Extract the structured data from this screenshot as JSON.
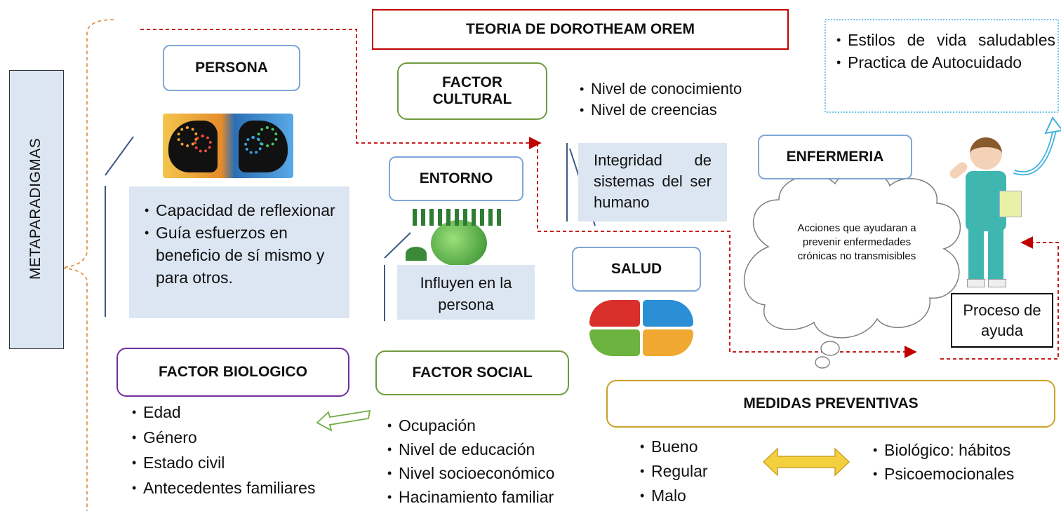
{
  "title": "TEORIA DE DOROTHEAM OREM",
  "metaparadigmas": "METAPARADIGMAS",
  "persona": {
    "label": "PERSONA",
    "image_icon": "heads-with-gears-icon",
    "items": [
      "Capacidad de reflexionar",
      "Guía esfuerzos en beneficio de sí mismo y para otros."
    ]
  },
  "factor_cultural": {
    "label": "FACTOR CULTURAL",
    "items": [
      "Nivel de conocimiento",
      "Nivel de creencias"
    ]
  },
  "integridad": "Integridad de sistemas del ser humano",
  "entorno": {
    "label": "ENTORNO",
    "image_icon": "green-globe-people-icon",
    "note": "Influyen en la persona"
  },
  "salud": {
    "label": "SALUD",
    "image_icon": "health-quadrants-icon"
  },
  "enfermeria": {
    "label": "ENFERMERIA",
    "image_icon": "nurse-icon",
    "cloud_text": "Acciones que ayudaran a prevenir enfermedades crónicas no transmisibles",
    "proceso": "Proceso de ayuda"
  },
  "estilos": {
    "items": [
      "Estilos de vida saludables",
      "Practica de Autocuidado"
    ]
  },
  "factor_biologico": {
    "label": "FACTOR BIOLOGICO",
    "items": [
      "Edad",
      "Género",
      "Estado civil",
      "Antecedentes familiares"
    ]
  },
  "factor_social": {
    "label": "FACTOR SOCIAL",
    "items": [
      "Ocupación",
      "Nivel de educación",
      "Nivel socioeconómico",
      "Hacinamiento familiar"
    ]
  },
  "medidas": {
    "label": "MEDIDAS PREVENTIVAS",
    "levels": [
      "Bueno",
      "Regular",
      "Malo"
    ],
    "types": [
      "Biológico: hábitos",
      "Psicoemocionales"
    ]
  },
  "colors": {
    "red_dashed": "#c00000",
    "orange_brace": "#e08a3c",
    "blue_border": "#7fa7d6",
    "green_border": "#6e9a3e",
    "purple_border": "#7030a0",
    "gold_border": "#c9a227",
    "shade": "#dce6f2",
    "cyan_dotted": "#3fb0e0"
  }
}
